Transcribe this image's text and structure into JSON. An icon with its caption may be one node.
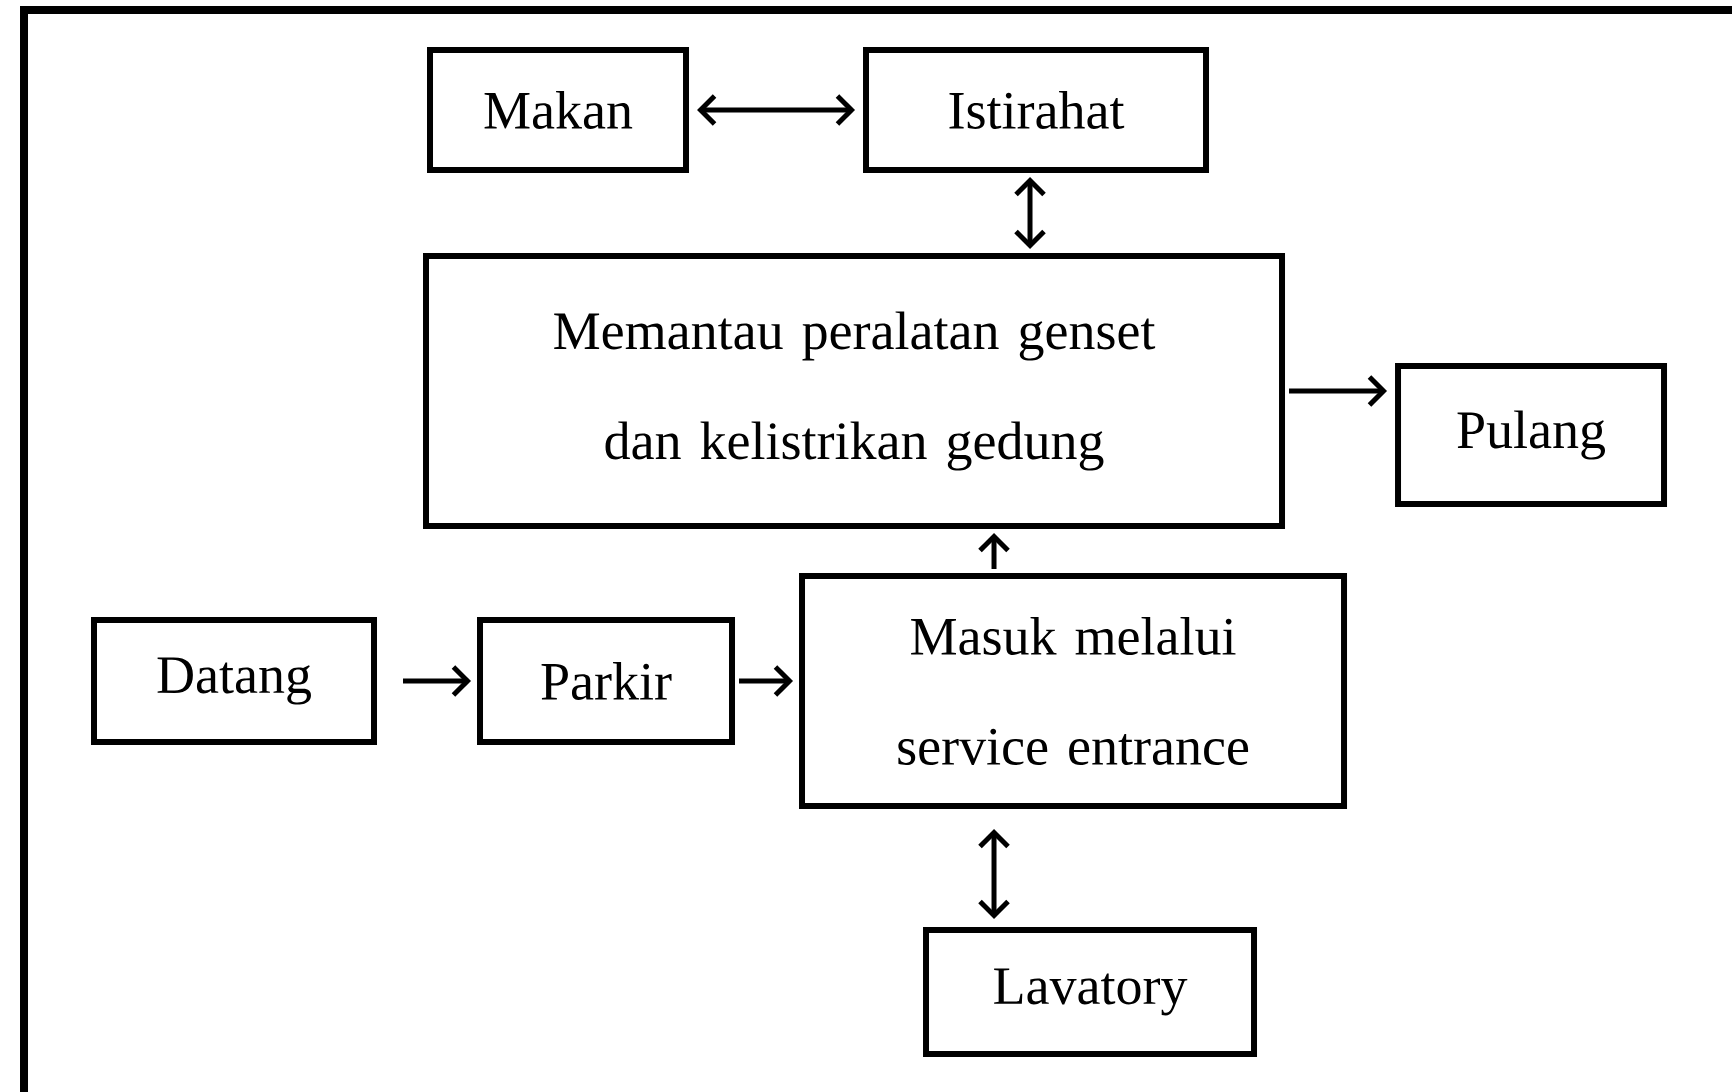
{
  "diagram": {
    "nodes": [
      {
        "text": [
          "Makan"
        ]
      },
      {
        "text": [
          "Istirahat"
        ]
      },
      {
        "text": [
          "Memantau peralatan genset dan kelistrikan gedung"
        ]
      },
      {
        "text": [
          "Pulang"
        ]
      },
      {
        "text": [
          "Datang"
        ]
      },
      {
        "text": [
          "Parkir"
        ]
      },
      {
        "text": [
          "Masuk melalui service entrance"
        ]
      },
      {
        "text": [
          "Lavatory"
        ]
      }
    ],
    "edges": [
      {
        "from": 0,
        "to": 1,
        "arrow": "both"
      },
      {
        "from": 1,
        "to": 2,
        "arrow": "both"
      },
      {
        "from": 2,
        "to": 3,
        "arrow": "to"
      },
      {
        "from": 6,
        "to": 2,
        "arrow": "to"
      },
      {
        "from": 4,
        "to": 5,
        "arrow": "to"
      },
      {
        "from": 5,
        "to": 6,
        "arrow": "to"
      },
      {
        "from": 6,
        "to": 7,
        "arrow": "both"
      }
    ]
  }
}
